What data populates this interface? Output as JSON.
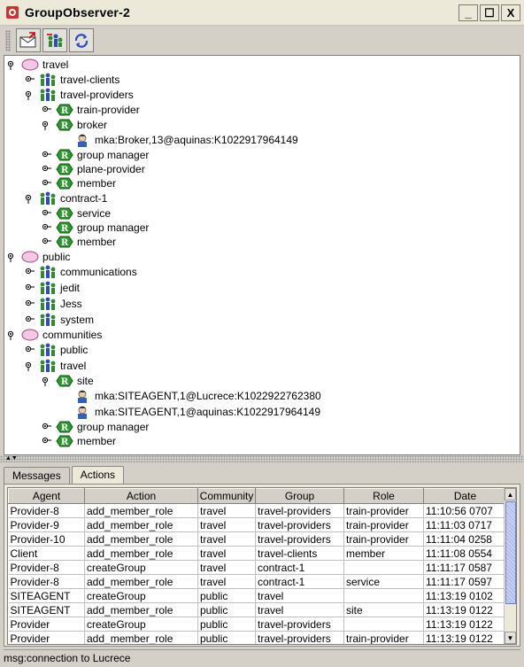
{
  "window": {
    "title": "GroupObserver-2",
    "controls": [
      "_",
      "☐",
      "X"
    ]
  },
  "toolbar": {
    "buttons": [
      {
        "icon": "envelope-send-icon"
      },
      {
        "icon": "group-add-icon"
      },
      {
        "icon": "refresh-icon"
      }
    ]
  },
  "tree": {
    "nodes": [
      {
        "label": "travel",
        "type": "community"
      },
      {
        "label": "travel-clients",
        "type": "group"
      },
      {
        "label": "travel-providers",
        "type": "group"
      },
      {
        "label": "train-provider",
        "type": "role"
      },
      {
        "label": "broker",
        "type": "role"
      },
      {
        "label": "mka:Broker,13@aquinas:K1022917964149",
        "type": "agent"
      },
      {
        "label": "group manager",
        "type": "role"
      },
      {
        "label": "plane-provider",
        "type": "role"
      },
      {
        "label": "member",
        "type": "role"
      },
      {
        "label": "contract-1",
        "type": "group"
      },
      {
        "label": "service",
        "type": "role"
      },
      {
        "label": "group manager",
        "type": "role"
      },
      {
        "label": "member",
        "type": "role"
      },
      {
        "label": "public",
        "type": "community"
      },
      {
        "label": "communications",
        "type": "group"
      },
      {
        "label": "jedit",
        "type": "group"
      },
      {
        "label": "Jess",
        "type": "group"
      },
      {
        "label": "system",
        "type": "group"
      },
      {
        "label": "communities",
        "type": "community"
      },
      {
        "label": "public",
        "type": "group"
      },
      {
        "label": "travel",
        "type": "group"
      },
      {
        "label": "site",
        "type": "role"
      },
      {
        "label": "mka:SITEAGENT,1@Lucrece:K1022922762380",
        "type": "agent"
      },
      {
        "label": "mka:SITEAGENT,1@aquinas:K1022917964149",
        "type": "agent"
      },
      {
        "label": "group manager",
        "type": "role"
      },
      {
        "label": "member",
        "type": "role"
      }
    ]
  },
  "tabs": [
    {
      "label": "Messages",
      "active": false
    },
    {
      "label": "Actions",
      "active": true
    }
  ],
  "table": {
    "columns": [
      "Agent",
      "Action",
      "Community",
      "Group",
      "Role",
      "Date"
    ],
    "rows": [
      [
        "Provider-8",
        "add_member_role",
        "travel",
        "travel-providers",
        "train-provider",
        "11:10:56 0707"
      ],
      [
        "Provider-9",
        "add_member_role",
        "travel",
        "travel-providers",
        "train-provider",
        "11:11:03 0717"
      ],
      [
        "Provider-10",
        "add_member_role",
        "travel",
        "travel-providers",
        "train-provider",
        "11:11:04 0258"
      ],
      [
        "Client",
        "add_member_role",
        "travel",
        "travel-clients",
        "member",
        "11:11:08 0554"
      ],
      [
        "Provider-8",
        "createGroup",
        "travel",
        "contract-1",
        "",
        "11:11:17 0587"
      ],
      [
        "Provider-8",
        "add_member_role",
        "travel",
        "contract-1",
        "service",
        "11:11:17 0597"
      ],
      [
        "SITEAGENT",
        "createGroup",
        "public",
        "travel",
        "",
        "11:13:19 0102"
      ],
      [
        "SITEAGENT",
        "add_member_role",
        "public",
        "travel",
        "site",
        "11:13:19 0122"
      ],
      [
        "Provider",
        "createGroup",
        "public",
        "travel-providers",
        "",
        "11:13:19 0122"
      ],
      [
        "Provider",
        "add_member_role",
        "public",
        "travel-providers",
        "train-provider",
        "11:13:19 0122"
      ]
    ]
  },
  "status": {
    "text": "msg:connection to Lucrece"
  },
  "colors": {
    "community": "#f4c8e4",
    "group": "#2e8b2e",
    "role": "#2a9a2a",
    "scroll_thumb": "#a4b4e8"
  }
}
